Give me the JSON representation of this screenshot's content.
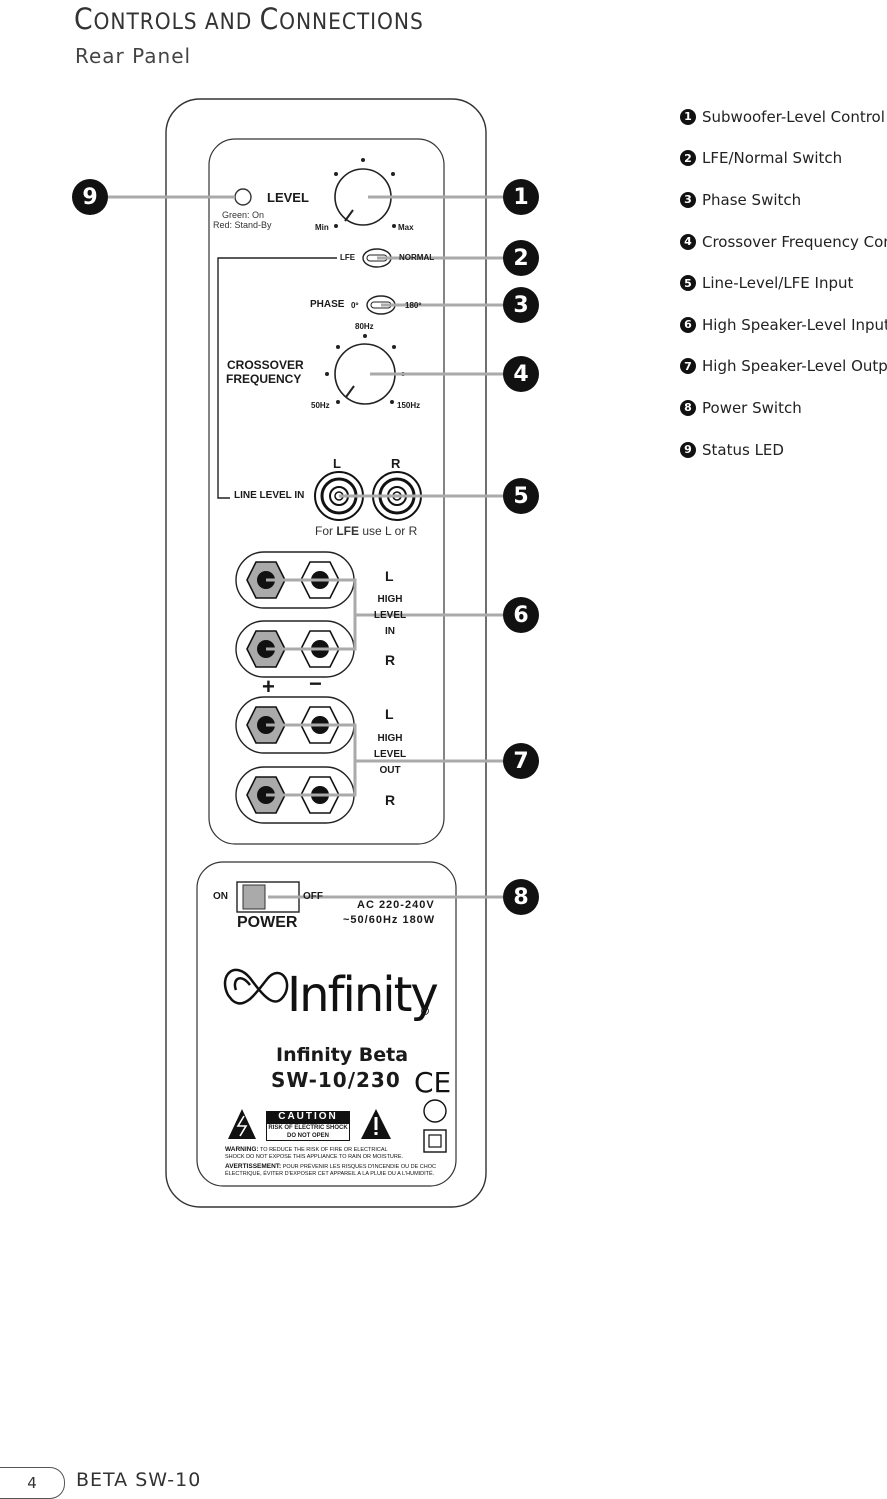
{
  "header": {
    "title_c1": "C",
    "title_w1": "ONTROLS AND ",
    "title_c2": "C",
    "title_w2": "ONNECTIONS",
    "subtitle": "Rear Panel"
  },
  "legend": [
    {
      "num": "1",
      "label": "Subwoofer-Level Control"
    },
    {
      "num": "2",
      "label": "LFE/Normal Switch"
    },
    {
      "num": "3",
      "label": "Phase Switch"
    },
    {
      "num": "4",
      "label": "Crossover Frequency Control"
    },
    {
      "num": "5",
      "label": "Line-Level/LFE Input"
    },
    {
      "num": "6",
      "label": "High Speaker-Level Inputs"
    },
    {
      "num": "7",
      "label": "High Speaker-Level Outputs"
    },
    {
      "num": "8",
      "label": "Power Switch"
    },
    {
      "num": "9",
      "label": "Status LED"
    }
  ],
  "markers": [
    "1",
    "2",
    "3",
    "4",
    "5",
    "6",
    "7",
    "8",
    "9"
  ],
  "panel": {
    "level": "LEVEL",
    "led_green": "Green: On",
    "led_red": "Red: Stand-By",
    "min": "Min",
    "max": "Max",
    "lfe": "LFE",
    "normal": "NORMAL",
    "phase": "PHASE",
    "phase_0": "0º",
    "phase_180": "180º",
    "xover_80": "80Hz",
    "crossover1": "CROSSOVER",
    "crossover2": "FREQUENCY",
    "xover_50": "50Hz",
    "xover_150": "150Hz",
    "line_l": "L",
    "line_r": "R",
    "line_level_in": "LINE LEVEL IN",
    "lfe_note_pre": "For ",
    "lfe_note_bold": "LFE",
    "lfe_note_post": " use L or R",
    "hi_in_l": "L",
    "hi_in_1": "HIGH",
    "hi_in_2": "LEVEL",
    "hi_in_3": "IN",
    "hi_in_r": "R",
    "plus": "+",
    "minus": "−",
    "hi_out_l": "L",
    "hi_out_1": "HIGH",
    "hi_out_2": "LEVEL",
    "hi_out_3": "OUT",
    "hi_out_r": "R"
  },
  "power": {
    "on": "ON",
    "off": "OFF",
    "power": "POWER",
    "ac1": "AC 220-240V",
    "ac2": "~50/60Hz 180W",
    "brand": "Infinity",
    "model1": "Infinity Beta",
    "model2": "SW-10/230",
    "ce": "CE",
    "caution": "CAUTION",
    "caution_sub1": "RISK OF ELECTRIC SHOCK",
    "caution_sub2": "DO NOT OPEN",
    "warn_label": "WARNING:",
    "warn_text1": " TO REDUCE THE RISK OF FIRE OR ELECTRICAL",
    "warn_text2": "SHOCK DO NOT EXPOSE THIS APPLIANCE TO RAIN OR MOISTURE.",
    "avert_label": "AVERTISSEMENT:",
    "avert_text1": " POUR PRÉVENIR LES RISQUES D'INCENDIE OU DE CHOC",
    "avert_text2": "ÉLECTRIQUE, ÉVITER D'EXPOSER CET APPAREIL A LA PLUIE OU A L'HUMIDITÉ."
  },
  "footer": {
    "page": "4",
    "title": "BETA SW-10"
  }
}
